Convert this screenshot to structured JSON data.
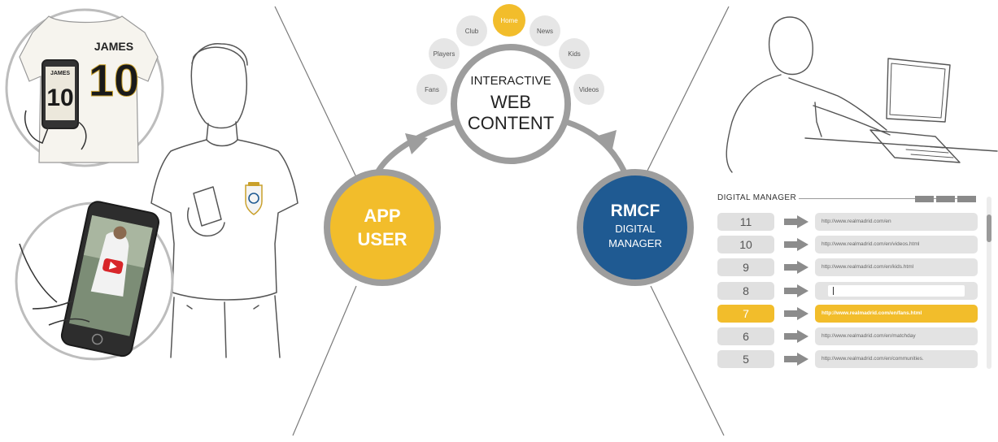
{
  "center": {
    "title_line1": "INTERACTIVE",
    "title_line2": "WEB",
    "title_line3": "CONTENT",
    "nav_items": [
      "Fans",
      "Players",
      "Club",
      "Home",
      "News",
      "Kids",
      "Videos"
    ],
    "nav_active": "Home"
  },
  "app_user": {
    "line1": "APP",
    "line2": "USER"
  },
  "rmcf": {
    "line1": "RMCF",
    "line2": "DIGITAL",
    "line3": "MANAGER"
  },
  "shirt": {
    "name": "JAMES",
    "number": "10"
  },
  "digital_manager": {
    "title": "DIGITAL MANAGER",
    "rows": [
      {
        "number": "11",
        "url": "http://www.realmadrid.com/en"
      },
      {
        "number": "10",
        "url": "http://www.realmadrid.com/en/videos.html"
      },
      {
        "number": "9",
        "url": "http://www.realmadrid.com/en/kids.html"
      },
      {
        "number": "8",
        "url": ""
      },
      {
        "number": "7",
        "url": "http://www.realmadrid.com/en/fans.html"
      },
      {
        "number": "6",
        "url": "http://www.realmadrid.com/en/matchday"
      },
      {
        "number": "5",
        "url": "http://www.realmadrid.com/en/communities."
      }
    ],
    "active_row": "7",
    "editing_row": "8"
  },
  "colors": {
    "accent_yellow": "#f2bd2b",
    "rmcf_blue": "#1f5a92",
    "ring_gray": "#9d9d9d",
    "line_gray": "#8c8c8c"
  },
  "icons": [
    "smartphone-icon",
    "play-icon",
    "club-crest-icon",
    "laptop-icon",
    "forward-arrow-icon"
  ]
}
